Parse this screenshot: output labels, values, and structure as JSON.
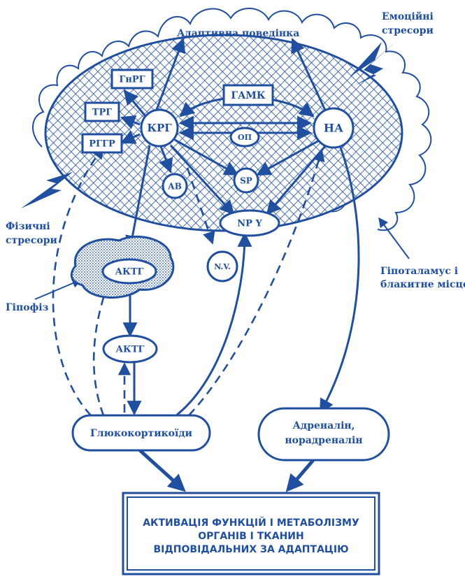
{
  "labels": {
    "adaptive_behavior": "Адаптивна поведінка",
    "emotional_stressors_1": "Емоційні",
    "emotional_stressors_2": "стресори",
    "physical_stressors_1": "Фізичні",
    "physical_stressors_2": "стресори",
    "hypothalamus_1": "Гіпоталамус і",
    "hypothalamus_2": "блакитне місце",
    "pituitary": "Гіпофіз"
  },
  "nodes": {
    "gnrg": "ГнРГ",
    "trg": "ТРГ",
    "rggr": "РГГР",
    "krg": "КРГ",
    "gamk": "ГАМК",
    "op": "ОП",
    "na": "НА",
    "av": "АВ",
    "sp": "SP",
    "npy": "NP Y",
    "nv": "N.V.",
    "aktg_pituitary": "АКТГ",
    "aktg_blood": "АКТГ",
    "glucocorticoids": "Глюкокортикоїди",
    "adrenaline_1": "Адреналін,",
    "adrenaline_2": "норадреналін"
  },
  "result_box": {
    "line1": "АКТИВАЦІЯ ФУНКЦІЙ І МЕТАБОЛІЗМУ",
    "line2": "ОРГАНІВ І ТКАНИН",
    "line3": "ВІДПОВІДАЛЬНИХ ЗА АДАПТАЦІЮ"
  },
  "colors": {
    "ink": "#1f4f9e",
    "background": "#ffffff"
  }
}
